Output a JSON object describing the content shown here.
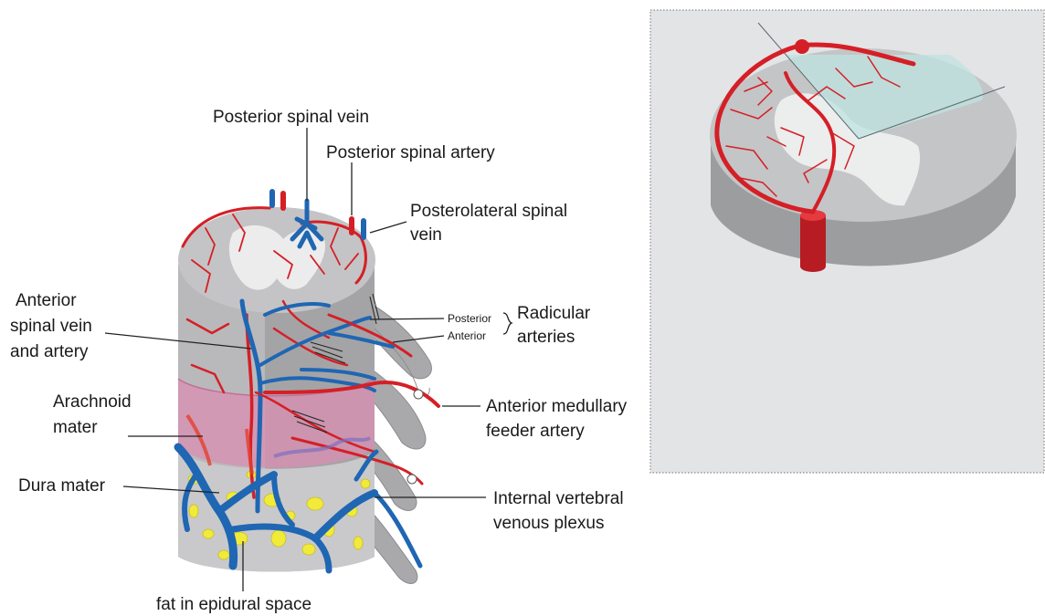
{
  "labels": {
    "posterior_spinal_vein": "Posterior spinal vein",
    "posterior_spinal_artery": "Posterior spinal artery",
    "posterolateral_spinal_vein_line1": "Posterolateral spinal",
    "posterolateral_spinal_vein_line2": "vein",
    "anterior_spinal_vein_line1": "Anterior",
    "anterior_spinal_vein_line2": "spinal vein",
    "anterior_spinal_vein_line3": "and artery",
    "radicular_posterior": "Posterior",
    "radicular_anterior": "Anterior",
    "radicular_line1": "Radicular",
    "radicular_line2": "arteries",
    "arachnoid_line1": "Arachnoid",
    "arachnoid_line2": "mater",
    "medullary_line1": "Anterior medullary",
    "medullary_line2": "feeder artery",
    "dura_mater": "Dura mater",
    "plexus_line1": "Internal vertebral",
    "plexus_line2": "venous plexus",
    "fat_epidural": "fat in epidural space"
  },
  "colors": {
    "artery": "#d51f26",
    "vein": "#1f66b3",
    "cord_gray": "#b9b9bb",
    "white_matter": "#dedede",
    "arachnoid_pink": "#d98fb2",
    "fat_yellow": "#f2ea3a",
    "inset_background": "#e3e4e6",
    "section_plane": "#bfe3e0"
  }
}
